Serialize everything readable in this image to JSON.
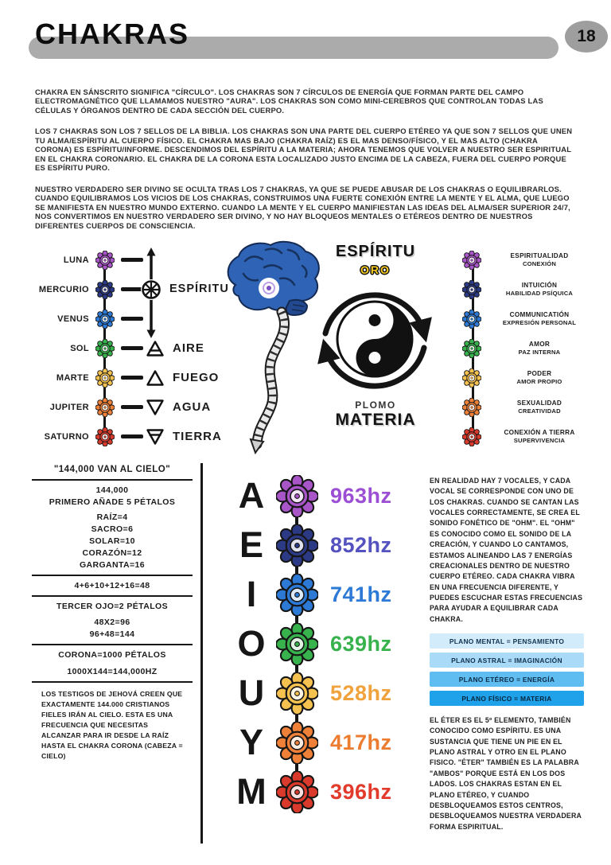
{
  "header": {
    "title": "CHAKRAS",
    "page_number": "18"
  },
  "intro": {
    "p1": "CHAKRA EN SÁNSCRITO SIGNIFICA \"CÍRCULO\". LOS CHAKRAS SON 7 CÍRCULOS DE ENERGÍA QUE FORMAN PARTE DEL CAMPO ELECTROMAGNÉTICO QUE LLAMAMOS NUESTRO \"AURA\". LOS CHAKRAS SON COMO MINI-CEREBROS QUE CONTROLAN TODAS LAS CÉLULAS Y ÓRGANOS DENTRO DE CADA SECCIÓN DEL CUERPO.",
    "p2": "LOS 7 CHAKRAS SON LOS 7 SELLOS DE LA BIBLIA. LOS CHAKRAS SON UNA PARTE DEL CUERPO ETÉREO YA QUE SON 7 SELLOS QUE UNEN TU ALMA/ESPÍRITU AL CUERPO FÍSICO. EL CHAKRA MAS BAJO (CHAKRA RAÍZ) ES EL MAS DENSO/FÍSICO, Y EL MAS ALTO (CHAKRA CORONA) ES ESPÍRITU/INFORME. DESCENDIMOS DEL ESPÍRITU A LA MATERIA; AHORA TENEMOS QUE VOLVER A NUESTRO SER ESPIRITUAL EN EL CHAKRA CORONARIO. EL CHAKRA DE LA CORONA ESTA LOCALIZADO JUSTO ENCIMA DE LA CABEZA, FUERA DEL CUERPO PORQUE ES ESPÍRITU PURO.",
    "p3": "NUESTRO VERDADERO SER DIVINO SE OCULTA TRAS LOS 7 CHAKRAS, YA QUE SE PUEDE ABUSAR DE LOS CHAKRAS O EQUILIBRARLOS. CUANDO EQUILIBRAMOS LOS VICIOS DE LOS CHAKRAS, CONSTRUIMOS UNA FUERTE CONEXIÓN ENTRE LA MENTE Y EL ALMA, QUE LUEGO SE MANIFIESTA EN NUESTRO MUNDO EXTERNO. CUANDO LA MENTE Y EL CUERPO MANIFIESTAN LAS IDEAS DEL ALMA/SER SUPERIOR 24/7, NOS CONVERTIMOS EN NUESTRO VERDADERO SER DIVINO, Y NO HAY BLOQUEOS MENTALES O ETÉREOS DENTRO DE NUESTROS DIFERENTES CUERPOS DE CONSCIENCIA."
  },
  "diagram": {
    "planets": [
      {
        "name": "LUNA",
        "color": "#a855c8"
      },
      {
        "name": "MERCURIO",
        "color": "#2c3a85"
      },
      {
        "name": "VENUS",
        "color": "#2d7ad6"
      },
      {
        "name": "SOL",
        "color": "#38b24d"
      },
      {
        "name": "MARTE",
        "color": "#f5c14f"
      },
      {
        "name": "JUPITER",
        "color": "#ee8038"
      },
      {
        "name": "SATURNO",
        "color": "#d93a2b"
      }
    ],
    "spirit_label": "ESPÍRITU",
    "elements": [
      {
        "type": "air",
        "label": "AIRE"
      },
      {
        "type": "fire",
        "label": "FUEGO"
      },
      {
        "type": "water",
        "label": "AGUA"
      },
      {
        "type": "earth",
        "label": "TIERRA"
      }
    ],
    "center": {
      "top": "ESPÍRITU",
      "gold": "ORO",
      "lead": "PLOMO",
      "bottom": "MATERIA"
    },
    "qualities": [
      {
        "color": "#a855c8",
        "line1": "ESPIRITUALIDAD",
        "line2": "CONEXIÓN"
      },
      {
        "color": "#2c3a85",
        "line1": "INTUICIÓN",
        "line2": "HABILIDAD PSÍQUICA"
      },
      {
        "color": "#2d7ad6",
        "line1": "COMMUNICATIÓN",
        "line2": "EXPRESIÓN PERSONAL"
      },
      {
        "color": "#38b24d",
        "line1": "AMOR",
        "line2": "PAZ INTERNA"
      },
      {
        "color": "#f5c14f",
        "line1": "PODER",
        "line2": "AMOR PROPIO"
      },
      {
        "color": "#ee8038",
        "line1": "SEXUALIDAD",
        "line2": "CREATIVIDAD"
      },
      {
        "color": "#d93a2b",
        "line1": "CONEXIÓN A TIERRA",
        "line2": "SUPERVIVENCIA"
      }
    ]
  },
  "numerology": {
    "title": "\"144,000 VAN AL CIELO\"",
    "block1": [
      "144,000",
      "PRIMERO AÑADE 5 PÉTALOS"
    ],
    "block2": [
      "RAÍZ=4",
      "SACRO=6",
      "SOLAR=10",
      "CORAZÓN=12",
      "GARGANTA=16"
    ],
    "sum": "4+6+10+12+16=48",
    "third_eye": "TERCER OJO=2 PÉTALOS",
    "calcs": [
      "48X2=96",
      "96+48=144"
    ],
    "crown": "CORONA=1000 PÉTALOS",
    "final": "1000X144=144,000HZ",
    "footnote": "LOS TESTIGOS DE JEHOVÁ CREEN QUE EXACTAMENTE 144.000 CRISTIANOS FIELES IRÁN AL CIELO. ESTA ES UNA FRECUENCIA QUE NECESITAS ALCANZAR PARA IR DESDE LA RAÍZ HASTA EL CHAKRA CORONA (CABEZA = CIELO)"
  },
  "frequencies": {
    "rows": [
      {
        "vowel": "A",
        "hz": "963hz",
        "color": "#9c4fd4",
        "flower": "#a855c8"
      },
      {
        "vowel": "E",
        "hz": "852hz",
        "color": "#5352c0",
        "flower": "#2c3a85"
      },
      {
        "vowel": "I",
        "hz": "741hz",
        "color": "#2d7ad6",
        "flower": "#2d7ad6"
      },
      {
        "vowel": "O",
        "hz": "639hz",
        "color": "#38b24d",
        "flower": "#38b24d"
      },
      {
        "vowel": "U",
        "hz": "528hz",
        "color": "#f0a23c",
        "flower": "#f5c14f"
      },
      {
        "vowel": "Y",
        "hz": "417hz",
        "color": "#ec7c2f",
        "flower": "#ee8038"
      },
      {
        "vowel": "M",
        "hz": "396hz",
        "color": "#e23a2b",
        "flower": "#d93a2b"
      }
    ]
  },
  "texts": {
    "vocals": "EN REALIDAD HAY 7 VOCALES, Y CADA VOCAL SE CORRESPONDE CON UNO DE LOS CHAKRAS. CUANDO SE CANTAN LAS VOCALES CORRECTAMENTE, SE CREA EL SONIDO FONÉTICO DE \"OHM\". EL \"OHM\" ES CONOCIDO COMO EL SONIDO DE LA CREACIÓN, Y CUANDO LO CANTAMOS, ESTAMOS ALINEANDO LAS 7 ENERGÍAS CREACIONALES DENTRO DE NUESTRO CUERPO ETÉREO. CADA CHAKRA VIBRA EN UNA FRECUENCIA DIFERENTE, Y PUEDES ESCUCHAR ESTAS FRECUENCIAS PARA AYUDAR A EQUILIBRAR CADA CHAKRA.",
    "ether": "EL ÉTER ES EL 5º ELEMENTO, TAMBIÉN CONOCIDO COMO ESPÍRITU. ES UNA SUSTANCIA QUE TIENE UN PIE EN EL PLANO ASTRAL Y OTRO EN EL PLANO FISICO. \"ÉTER\" TAMBIÉN ES LA PALABRA \"AMBOS\" PORQUE ESTÁ EN LOS DOS LADOS. LOS CHAKRAS ESTAN EN EL PLANO ETÉREO, Y CUANDO DESBLOQUEAMOS ESTOS CENTROS, DESBLOQUEAMOS NUESTRA VERDADERA FORMA ESPIRITUAL."
  },
  "planes": [
    {
      "label": "PLANO MENTAL = PENSAMIENTO",
      "bg": "#d3ecfc",
      "fg": "#10324e"
    },
    {
      "label": "PLANO ASTRAL = IMAGINACIÓN",
      "bg": "#a9daf8",
      "fg": "#10324e"
    },
    {
      "label": "PLANO ETÉREO = ENERGÍA",
      "bg": "#5fbdf2",
      "fg": "#0c2c46"
    },
    {
      "label": "PLANO FÍSICO = MATERIA",
      "bg": "#1fa2ea",
      "fg": "#06263e"
    }
  ],
  "icons": {
    "chakra": "lotus-flower",
    "spirit_wheel": "8-spoke-wheel",
    "spirit_axis": "double-headed-vertical-arrow",
    "air": "triangle-up-barred",
    "fire": "triangle-up",
    "water": "triangle-down",
    "earth": "triangle-down-barred",
    "yin_yang": "taijitu",
    "cycle_arrows": "circular-arrows",
    "brain_spine": "brain-and-spine-illustration"
  }
}
